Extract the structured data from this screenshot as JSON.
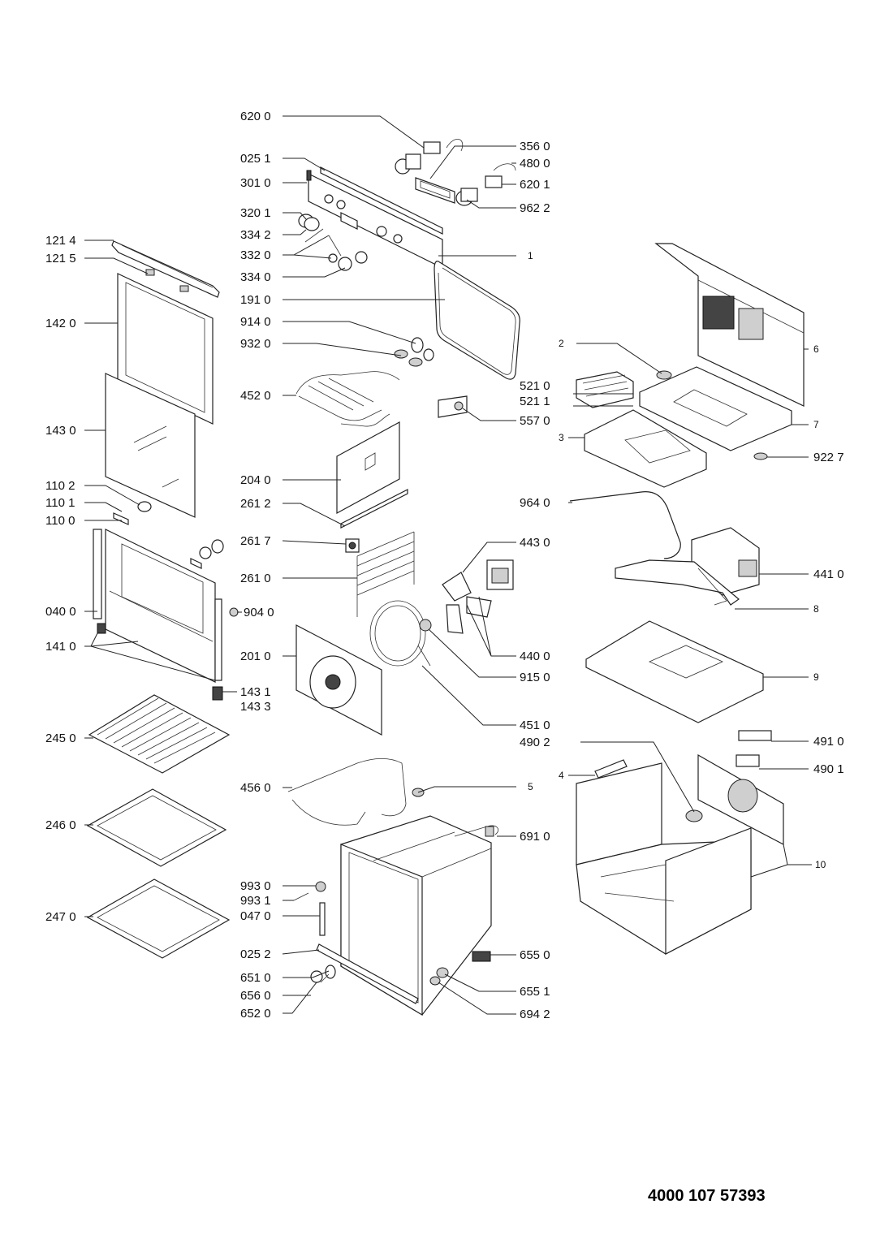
{
  "document_number": "4000 107 57393",
  "labels": {
    "l_620_0": "620 0",
    "l_025_1": "025 1",
    "l_301_0": "301 0",
    "l_320_1": "320 1",
    "l_334_2": "334 2",
    "l_332_0": "332 0",
    "l_334_0": "334 0",
    "l_191_0": "191 0",
    "l_914_0": "914 0",
    "l_932_0": "932 0",
    "l_452_0": "452 0",
    "l_204_0": "204 0",
    "l_261_2": "261 2",
    "l_261_7": "261 7",
    "l_261_0": "261 0",
    "l_201_0": "201 0",
    "l_456_0": "456 0",
    "l_993_0": "993 0",
    "l_993_1": "993 1",
    "l_047_0": "047 0",
    "l_025_2": "025 2",
    "l_651_0": "651 0",
    "l_656_0": "656 0",
    "l_652_0": "652 0",
    "l_121_4": "121 4",
    "l_121_5": "121 5",
    "l_142_0": "142 0",
    "l_143_0": "143 0",
    "l_110_2": "110 2",
    "l_110_1": "110 1",
    "l_110_0": "110 0",
    "l_040_0": "040 0",
    "l_141_0": "141 0",
    "l_245_0": "245 0",
    "l_246_0": "246 0",
    "l_247_0": "247 0",
    "l_904_0": "904 0",
    "l_143_1": "143 1",
    "l_143_3": "143 3",
    "l_356_0": "356 0",
    "l_480_0": "480 0",
    "l_620_1": "620 1",
    "l_962_2": "962 2",
    "l_1": "1",
    "l_2": "2",
    "l_3": "3",
    "l_4": "4",
    "l_5": "5",
    "l_6": "6",
    "l_7": "7",
    "l_8": "8",
    "l_9": "9",
    "l_10": "10",
    "l_521_0": "521 0",
    "l_521_1": "521 1",
    "l_557_0": "557 0",
    "l_922_7": "922 7",
    "l_964_0": "964 0",
    "l_443_0": "443 0",
    "l_441_0": "441 0",
    "l_440_0": "440 0",
    "l_915_0": "915 0",
    "l_451_0": "451 0",
    "l_490_2": "490 2",
    "l_491_0": "491 0",
    "l_490_1": "490 1",
    "l_691_0": "691 0",
    "l_655_0": "655 0",
    "l_655_1": "655 1",
    "l_694_2": "694 2"
  }
}
